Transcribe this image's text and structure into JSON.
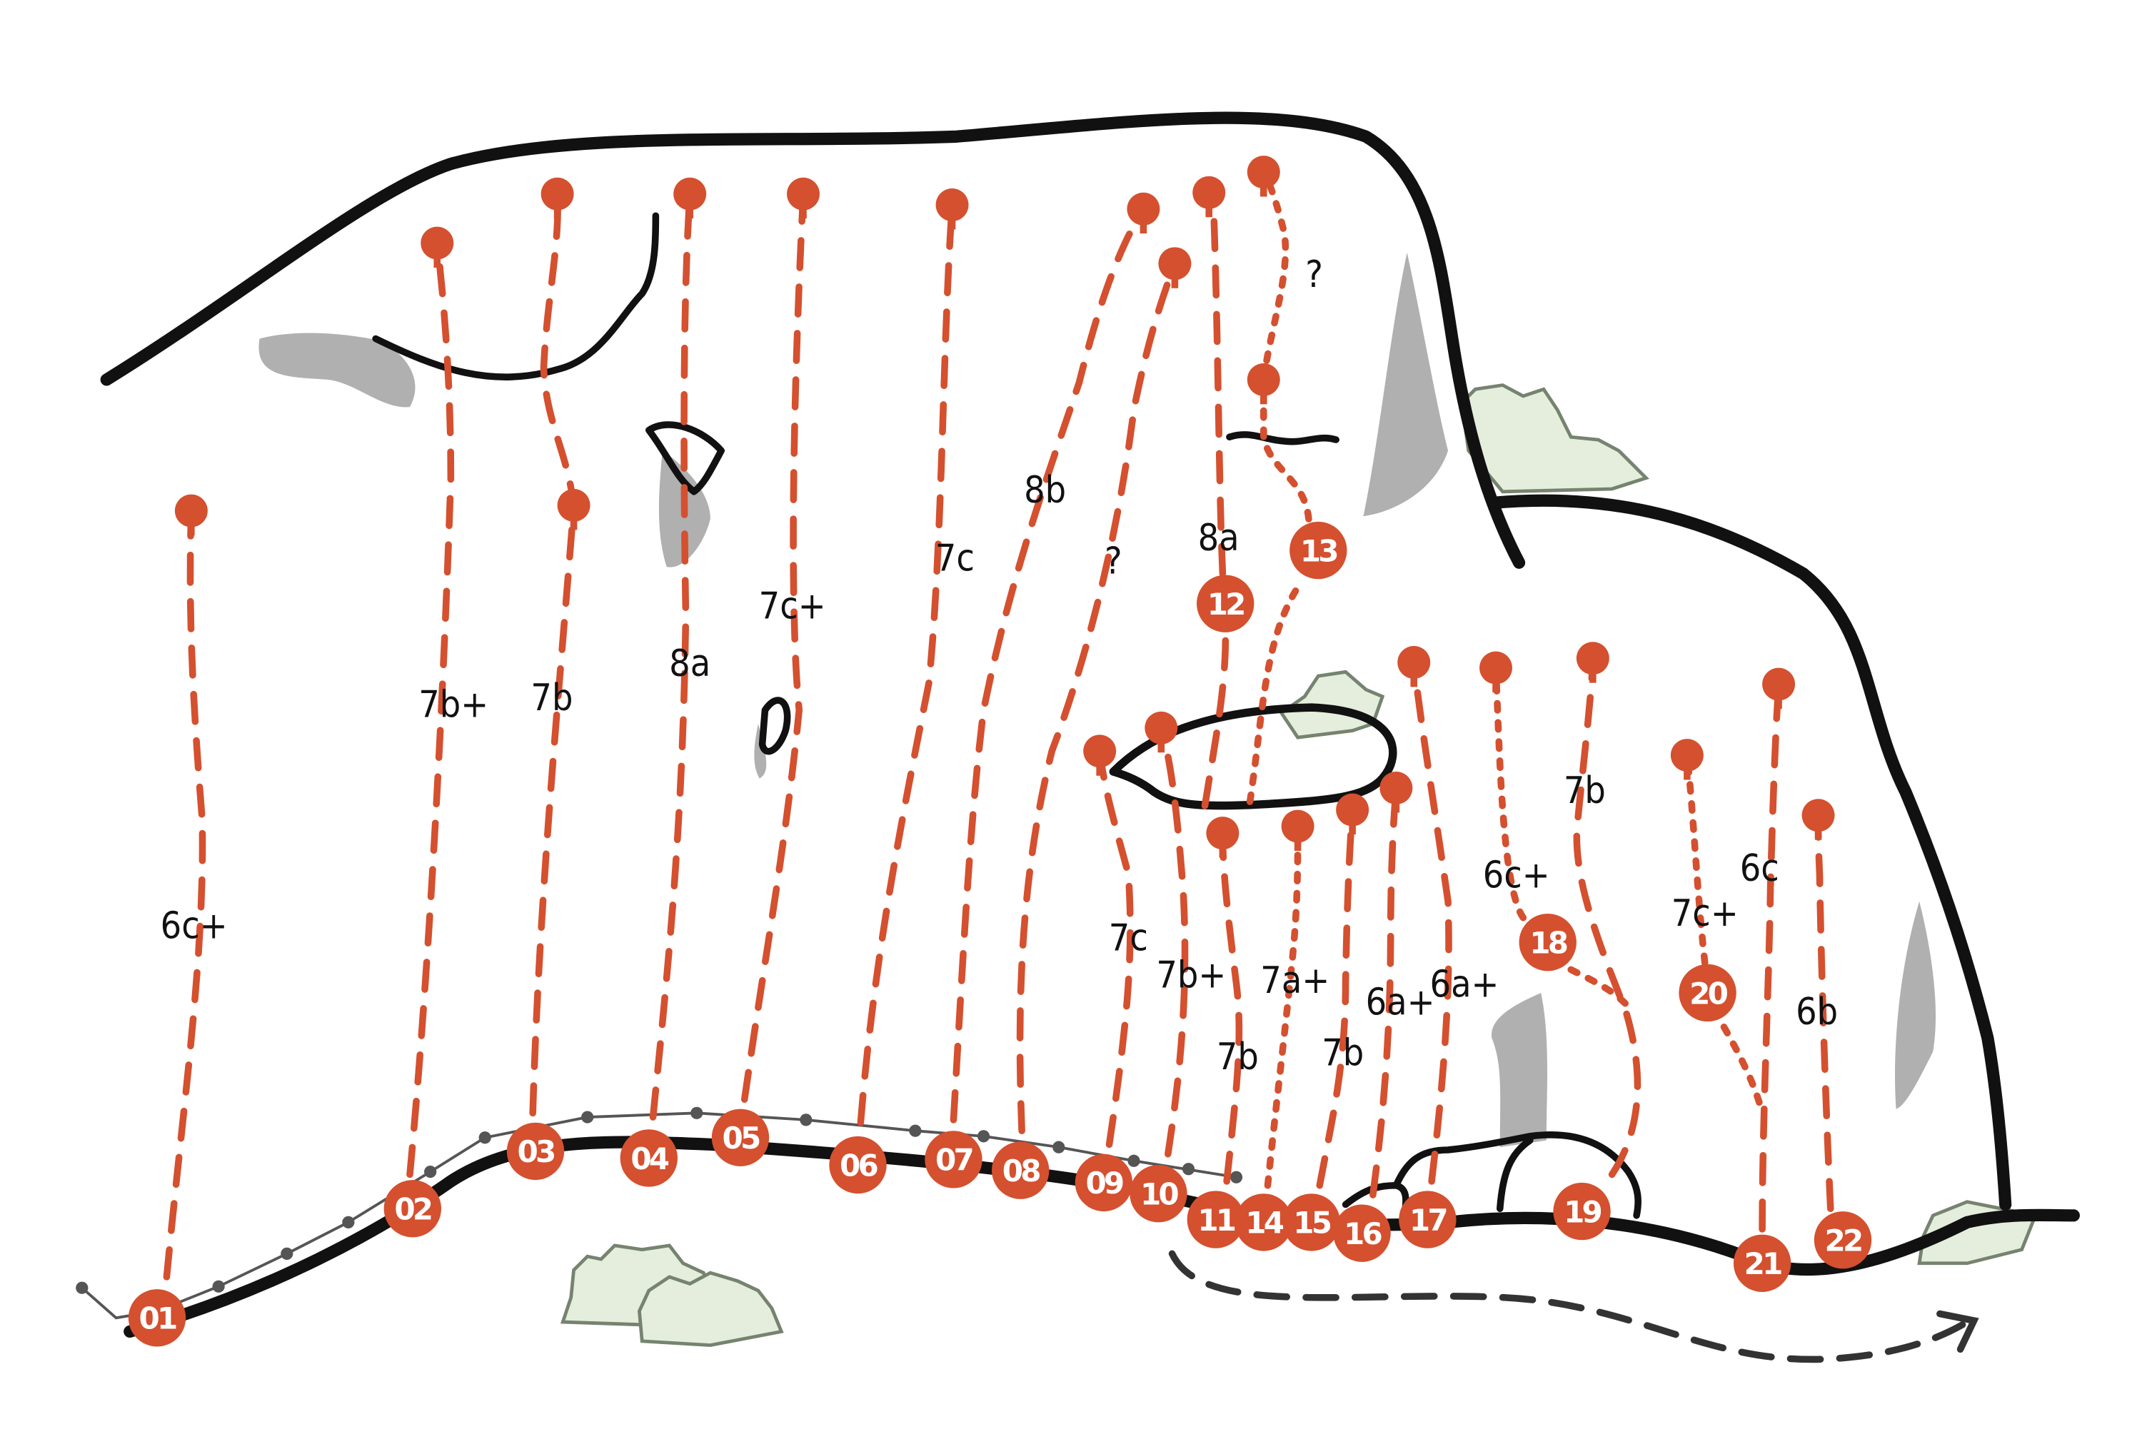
{
  "colors": {
    "route": "#d4502f",
    "rock_outline": "#111111",
    "shade": "#b0b0b0",
    "bush": "#e5eedd",
    "approach_arrow": "#333333"
  },
  "routes": [
    {
      "number": "01",
      "grade": "6c+",
      "style": "dashed"
    },
    {
      "number": "02",
      "grade": "7b+",
      "style": "dashed"
    },
    {
      "number": "03",
      "grade": "7b",
      "style": "dashed"
    },
    {
      "number": "04",
      "grade": "8a",
      "style": "dashed"
    },
    {
      "number": "05",
      "grade": "7c+",
      "style": "dashed"
    },
    {
      "number": "06",
      "grade": "7c",
      "style": "dashed"
    },
    {
      "number": "07",
      "grade": "8b",
      "style": "dashed"
    },
    {
      "number": "08",
      "grade": "?",
      "style": "dashed"
    },
    {
      "number": "09",
      "grade": "7c",
      "style": "dashed"
    },
    {
      "number": "10",
      "grade": "7b+",
      "style": "dashed"
    },
    {
      "number": "11",
      "grade": "7b",
      "style": "dashed"
    },
    {
      "number": "12",
      "grade": "8a",
      "style": "dashed"
    },
    {
      "number": "13",
      "grade": "?",
      "style": "dotted"
    },
    {
      "number": "14",
      "grade": "7a+",
      "style": "dotted"
    },
    {
      "number": "15",
      "grade": "7b",
      "style": "dashed"
    },
    {
      "number": "16",
      "grade": "6a+",
      "style": "dashed"
    },
    {
      "number": "17",
      "grade": "6a+",
      "style": "dashed"
    },
    {
      "number": "18",
      "grade": "6c+",
      "style": "dotted"
    },
    {
      "number": "19",
      "grade": "7b",
      "style": "dashed"
    },
    {
      "number": "20",
      "grade": "7c+",
      "style": "dotted"
    },
    {
      "number": "21",
      "grade": "6c",
      "style": "dashed"
    },
    {
      "number": "22",
      "grade": "6b",
      "style": "dashed"
    }
  ]
}
